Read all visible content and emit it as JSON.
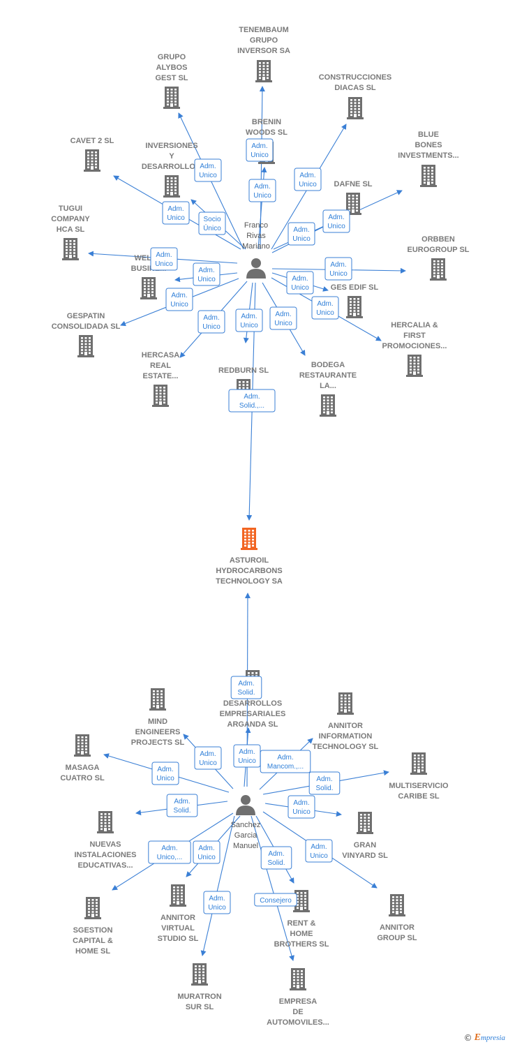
{
  "colors": {
    "edge": "#3a7fd5",
    "building": "#6f6f6f",
    "main_building": "#f26522",
    "person": "#6f6f6f",
    "label": "#7a7a7a"
  },
  "main_company": {
    "lines": [
      "ASTUROIL",
      "HYDROCARBONS",
      "TECHNOLOGY SA"
    ],
    "icon": "building-icon"
  },
  "persons": [
    {
      "id": "p1",
      "lines": [
        "Franco",
        "Rivas",
        "Mariano"
      ],
      "icon": "person-icon"
    },
    {
      "id": "p2",
      "lines": [
        "Sanchez",
        "Garcia",
        "Manuel"
      ],
      "icon": "person-icon"
    }
  ],
  "companies": [
    {
      "id": "tenembaum",
      "lines": [
        "TENEMBAUM",
        "GRUPO",
        "INVERSOR SA"
      ]
    },
    {
      "id": "alybos",
      "lines": [
        "GRUPO",
        "ALYBOS",
        "GEST SL"
      ]
    },
    {
      "id": "diacas",
      "lines": [
        "CONSTRUCCIONES",
        "DIACAS SL"
      ]
    },
    {
      "id": "brenin",
      "lines": [
        "BRENIN",
        "WOODS SL"
      ]
    },
    {
      "id": "bluebones",
      "lines": [
        "BLUE",
        "BONES",
        "INVESTMENTS..."
      ]
    },
    {
      "id": "cavet",
      "lines": [
        "CAVET 2 SL"
      ]
    },
    {
      "id": "inversiones",
      "lines": [
        "INVERSIONES",
        "Y",
        "DESARROLLO..."
      ]
    },
    {
      "id": "dafne",
      "lines": [
        "DAFNE SL"
      ]
    },
    {
      "id": "tugui",
      "lines": [
        "TUGUI",
        "COMPANY",
        "HCA SL"
      ]
    },
    {
      "id": "orbben",
      "lines": [
        "ORBBEN",
        "EUROGROUP SL"
      ]
    },
    {
      "id": "welco",
      "lines": [
        "WELCO",
        "BUSINE..."
      ]
    },
    {
      "id": "gesedif",
      "lines": [
        "GES EDIF SL"
      ]
    },
    {
      "id": "gespatin",
      "lines": [
        "GESPATIN",
        "CONSOLIDADA SL"
      ]
    },
    {
      "id": "hercalia",
      "lines": [
        "HERCALIA &",
        "FIRST",
        "PROMOCIONES..."
      ]
    },
    {
      "id": "hercasa",
      "lines": [
        "HERCASA",
        "REAL",
        "ESTATE..."
      ]
    },
    {
      "id": "redburn",
      "lines": [
        "REDBURN SL"
      ]
    },
    {
      "id": "bodega",
      "lines": [
        "BODEGA",
        "RESTAURANTE",
        "LA..."
      ]
    },
    {
      "id": "desarrollos",
      "lines": [
        "DESARROLLOS",
        "EMPRESARIALES",
        "ARGANDA SL"
      ]
    },
    {
      "id": "mind",
      "lines": [
        "MIND",
        "ENGINEERS",
        "PROJECTS SL"
      ]
    },
    {
      "id": "annitorinfo",
      "lines": [
        "ANNITOR",
        "INFORMATION",
        "TECHNOLOGY SL"
      ]
    },
    {
      "id": "masaga",
      "lines": [
        "MASAGA",
        "CUATRO SL"
      ]
    },
    {
      "id": "multiservicio",
      "lines": [
        "MULTISERVICIO",
        "CARIBE SL"
      ]
    },
    {
      "id": "nuevas",
      "lines": [
        "NUEVAS",
        "INSTALACIONES",
        "EDUCATIVAS..."
      ]
    },
    {
      "id": "granvinyard",
      "lines": [
        "GRAN",
        "VINYARD SL"
      ]
    },
    {
      "id": "sgestion",
      "lines": [
        "SGESTION",
        "CAPITAL &",
        "HOME SL"
      ]
    },
    {
      "id": "annitorvirtual",
      "lines": [
        "ANNITOR",
        "VIRTUAL",
        "STUDIO SL"
      ]
    },
    {
      "id": "renthome",
      "lines": [
        "RENT &",
        "HOME",
        "BROTHERS SL"
      ]
    },
    {
      "id": "annitorgroup",
      "lines": [
        "ANNITOR",
        "GROUP SL"
      ]
    },
    {
      "id": "muratron",
      "lines": [
        "MURATRON",
        "SUR SL"
      ]
    },
    {
      "id": "empresa",
      "lines": [
        "EMPRESA",
        "DE",
        "AUTOMOVILES..."
      ]
    }
  ],
  "edges": [
    {
      "from": "p1",
      "to": "tenembaum",
      "label": [
        "Adm.",
        "Unico"
      ]
    },
    {
      "from": "p1",
      "to": "alybos",
      "label": [
        "Adm.",
        "Unico"
      ]
    },
    {
      "from": "p1",
      "to": "diacas",
      "label": [
        "Adm.",
        "Unico"
      ]
    },
    {
      "from": "p1",
      "to": "brenin",
      "label": [
        "Adm.",
        "Unico"
      ]
    },
    {
      "from": "p1",
      "to": "bluebones",
      "label": [
        "Adm.",
        "Unico"
      ]
    },
    {
      "from": "p1",
      "to": "cavet",
      "label": [
        "Adm.",
        "Unico"
      ]
    },
    {
      "from": "p1",
      "to": "inversiones",
      "label": [
        "Socio",
        "Único"
      ]
    },
    {
      "from": "p1",
      "to": "dafne",
      "label": [
        "Adm.",
        "Unico"
      ]
    },
    {
      "from": "p1",
      "to": "tugui",
      "label": [
        "Adm.",
        "Unico"
      ]
    },
    {
      "from": "p1",
      "to": "orbben",
      "label": [
        "Adm.",
        "Unico"
      ]
    },
    {
      "from": "p1",
      "to": "welco",
      "label": [
        "Adm.",
        "Unico"
      ]
    },
    {
      "from": "p1",
      "to": "gesedif",
      "label": [
        "Adm.",
        "Unico"
      ]
    },
    {
      "from": "p1",
      "to": "gespatin",
      "label": [
        "Adm.",
        "Unico"
      ]
    },
    {
      "from": "p1",
      "to": "hercalia",
      "label": [
        "Adm.",
        "Unico"
      ]
    },
    {
      "from": "p1",
      "to": "hercasa",
      "label": [
        "Adm.",
        "Unico"
      ]
    },
    {
      "from": "p1",
      "to": "redburn",
      "label": [
        "Adm.",
        "Unico"
      ]
    },
    {
      "from": "p1",
      "to": "bodega",
      "label": [
        "Adm.",
        "Unico"
      ]
    },
    {
      "from": "p1",
      "to": "main",
      "label": [
        "Adm.",
        "Solid.,..."
      ]
    },
    {
      "from": "p2",
      "to": "main",
      "label": [
        "Adm.",
        "Solid."
      ]
    },
    {
      "from": "p2",
      "to": "desarrollos",
      "label": [
        "Adm.",
        "Unico"
      ]
    },
    {
      "from": "p2",
      "to": "mind",
      "label": [
        "Adm.",
        "Unico"
      ]
    },
    {
      "from": "p2",
      "to": "annitorinfo",
      "label": [
        "Adm.",
        "Mancom.,..."
      ]
    },
    {
      "from": "p2",
      "to": "masaga",
      "label": [
        "Adm.",
        "Unico"
      ]
    },
    {
      "from": "p2",
      "to": "multiservicio",
      "label": [
        "Adm.",
        "Solid."
      ]
    },
    {
      "from": "p2",
      "to": "nuevas",
      "label": [
        "Adm.",
        "Solid."
      ]
    },
    {
      "from": "p2",
      "to": "granvinyard",
      "label": [
        "Adm.",
        "Unico"
      ]
    },
    {
      "from": "p2",
      "to": "sgestion",
      "label": [
        "Adm.",
        "Unico,..."
      ]
    },
    {
      "from": "p2",
      "to": "annitorvirtual",
      "label": [
        "Adm.",
        "Unico"
      ]
    },
    {
      "from": "p2",
      "to": "renthome",
      "label": [
        "Adm.",
        "Solid."
      ]
    },
    {
      "from": "p2",
      "to": "annitorgroup",
      "label": [
        "Adm.",
        "Unico"
      ]
    },
    {
      "from": "p2",
      "to": "muratron",
      "label": [
        "Adm.",
        "Unico"
      ]
    },
    {
      "from": "p2",
      "to": "empresa",
      "label": [
        "Consejero"
      ]
    }
  ],
  "footer": {
    "copyright": "©",
    "brand_e": "E",
    "brand_rest": "mpresia"
  }
}
